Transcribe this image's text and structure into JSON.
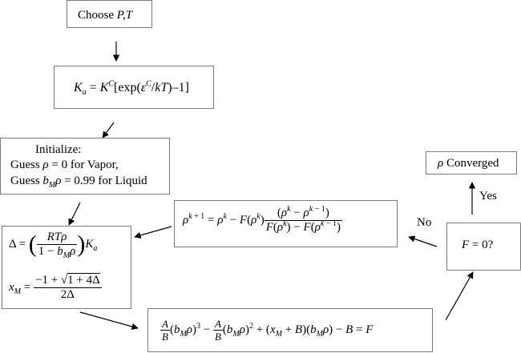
{
  "diagram": {
    "type": "flowchart",
    "title": "",
    "nodes": [
      {
        "id": "choose",
        "text_prefix": "Choose ",
        "text_vars": "P,T"
      },
      {
        "id": "ka",
        "formula": "K_a = K^C[exp(ε^C/kT)–1]"
      },
      {
        "id": "init",
        "lines": [
          "Initialize:",
          "Guess ρ = 0 for Vapor,",
          "Guess b_Mρ = 0.99 for Liquid"
        ]
      },
      {
        "id": "delta",
        "formulas": [
          "Δ = (RTρ / (1 − b_Mρ)) K_a",
          "x_M = (−1 + √(1 + 4Δ)) / 2Δ"
        ]
      },
      {
        "id": "cubic",
        "formula": "(A/B)(b_Mρ)^3 − (A/B)(b_Mρ)^2 + (x_M + B)(b_Mρ) − B = F"
      },
      {
        "id": "test",
        "formula": "F = 0?"
      },
      {
        "id": "secant",
        "formula": "ρ^(k+1) = ρ^k − F(ρ^k) (ρ^k − ρ^(k−1)) / (F(ρ^k) − F(ρ^(k−1)))"
      },
      {
        "id": "converged",
        "text": "ρ Converged"
      }
    ],
    "edges": [
      {
        "from": "choose",
        "to": "ka",
        "label": ""
      },
      {
        "from": "ka",
        "to": "init",
        "label": ""
      },
      {
        "from": "init",
        "to": "delta",
        "label": ""
      },
      {
        "from": "delta",
        "to": "cubic",
        "label": ""
      },
      {
        "from": "cubic",
        "to": "test",
        "label": ""
      },
      {
        "from": "test",
        "to": "converged",
        "label": "Yes"
      },
      {
        "from": "test",
        "to": "secant",
        "label": "No"
      },
      {
        "from": "secant",
        "to": "delta",
        "label": ""
      }
    ]
  },
  "labels": {
    "choose": "Choose ",
    "choose_vars": "P,T",
    "init_title": "Initialize:",
    "init_vapor_a": "Guess ",
    "init_vapor_b": " = 0 for Vapor,",
    "init_liquid_a": "Guess ",
    "init_liquid_b": " = 0.99 for Liquid",
    "test": "F = 0?",
    "converged": " Converged",
    "yes": "Yes",
    "no": "No"
  },
  "symbols": {
    "rho": "ρ",
    "delta": "Δ",
    "epsilon": "ε"
  }
}
